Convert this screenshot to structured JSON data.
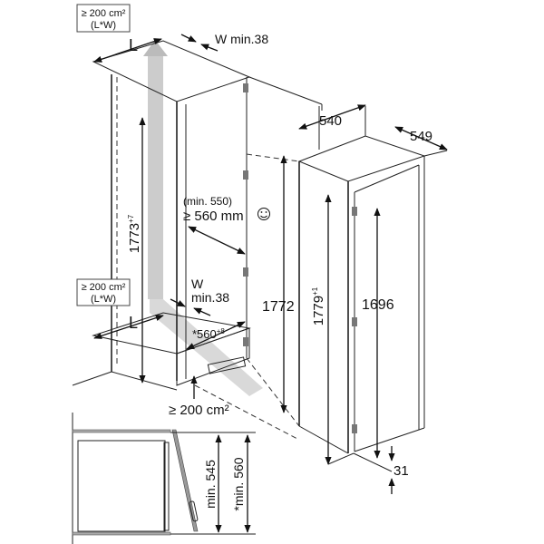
{
  "diagram": {
    "top_vent_box": {
      "line1": "≥ 200 cm²",
      "line2": "(L*W)"
    },
    "top_L": "L",
    "top_W": "W min.38",
    "door_clearance_min": "(min. 550)",
    "door_clearance": "≥ 560 mm",
    "niche_height": "1773",
    "niche_height_tol": "+7",
    "bottom_vent_box": {
      "line1": "≥ 200 cm²",
      "line2": "(L*W)"
    },
    "bottom_W": "W",
    "bottom_W_min": "min.38",
    "bottom_L": "L",
    "niche_width": "*560",
    "niche_width_tol": "+8",
    "floor_vent": "≥ 200 cm²",
    "appliance_height_niche": "1772",
    "appliance_width": "540",
    "appliance_depth": "549",
    "appliance_height": "1779",
    "appliance_height_tol": "+1",
    "door_height": "1696",
    "door_offset": "31",
    "inset_depth_1": "min. 545",
    "inset_depth_2": "*min. 560"
  }
}
